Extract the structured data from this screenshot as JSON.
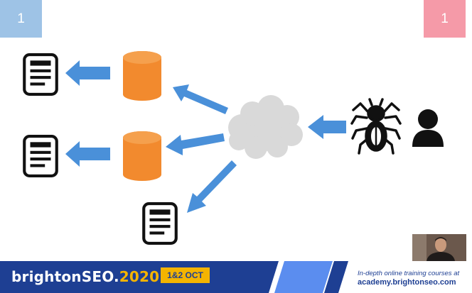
{
  "slide": {
    "badge_left": "1",
    "badge_right": "1"
  },
  "diagram": {
    "nodes": {
      "documents": [
        "document-icon",
        "document-icon",
        "document-icon"
      ],
      "databases": [
        "database-icon",
        "database-icon"
      ],
      "cloud": "cloud-icon",
      "crawler": "spider-icon",
      "user": "user-icon"
    },
    "colors": {
      "arrow": "#4a90d9",
      "database": "#f28a2e",
      "cloud": "#d9d9d9",
      "icon_stroke": "#111111"
    }
  },
  "footer": {
    "brand_name": "brightonSEO.",
    "brand_year": "2020",
    "date_tag": "1&2 OCT",
    "promo_line": "In-depth online training courses at",
    "promo_url": "academy.brightonseo.com",
    "colors": {
      "banner": "#1e3f93",
      "accent": "#f4b400",
      "stripe_light": "#5b8def"
    }
  },
  "webcam": {
    "icon": "presenter-webcam"
  }
}
